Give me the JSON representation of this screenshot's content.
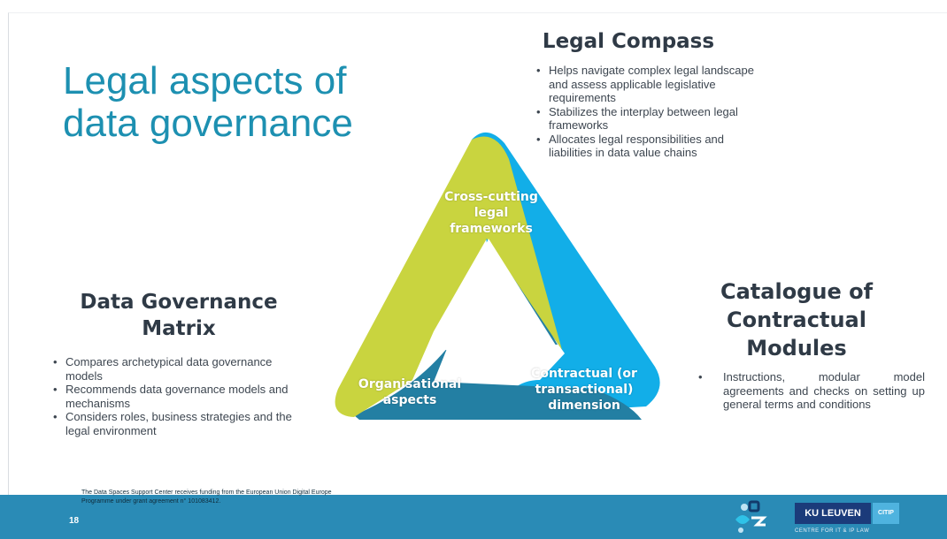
{
  "slide": {
    "title_line1": "Legal aspects of",
    "title_line2": "data governance",
    "page_number": "18",
    "funding_text": "The Data Spaces Support Center receives funding from the European Union Digital Europe Programme under grant agreement n° 101083412."
  },
  "legal_compass": {
    "title": "Legal Compass",
    "bullets": [
      "Helps navigate complex legal landscape and assess applicable legislative requirements",
      "Stabilizes the interplay between legal frameworks",
      "Allocates legal responsibilities and liabilities in data value chains"
    ]
  },
  "data_governance_matrix": {
    "title_line1": "Data Governance",
    "title_line2": "Matrix",
    "bullets": [
      "Compares archetypical data governance models",
      "Recommends data governance models and mechanisms",
      "Considers roles, business strategies and the  legal environment"
    ]
  },
  "catalogue": {
    "title_line1": "Catalogue of",
    "title_line2": "Contractual",
    "title_line3": "Modules",
    "bullets": [
      "Instructions, modular model agreements and checks on setting up general terms and conditions"
    ]
  },
  "triangle": {
    "cross_cutting_line1": "Cross-cutting",
    "cross_cutting_line2": "legal",
    "cross_cutting_line3": "frameworks",
    "organisational_line1": "Organisational",
    "organisational_line2": "aspects",
    "contractual_line1": "Contractual (or",
    "contractual_line2": "transactional)",
    "contractual_line3": "dimension",
    "colors": {
      "yellow": "#c9d43f",
      "cyan": "#12aee8",
      "teal": "#237fa3"
    }
  },
  "logos": {
    "ku_leuven": "KU LEUVEN",
    "citip": "CITIP",
    "ku_leuven_sub": "CENTRE FOR IT & IP LAW"
  }
}
